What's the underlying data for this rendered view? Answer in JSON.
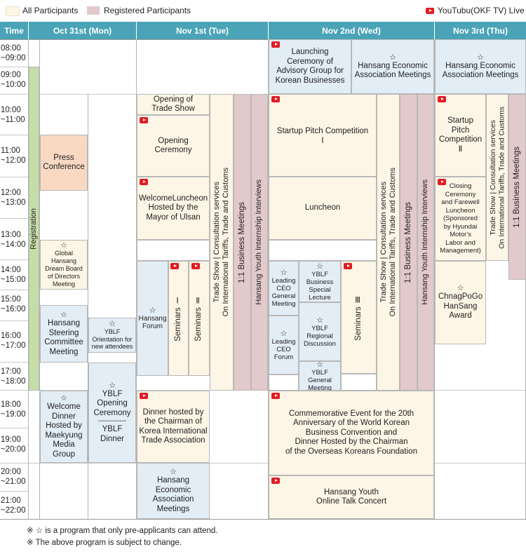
{
  "legend": {
    "all": "All Participants",
    "registered": "Registered Participants",
    "live": "YouTubu(OKF TV) Live",
    "colors": {
      "all": "#fdf6e6",
      "registered": "#e2c9cb",
      "live": "#e31b23"
    }
  },
  "header": {
    "time": "Time",
    "oct31": "Oct 31st (Mon)",
    "nov1": "Nov 1st (Tue)",
    "nov2": "Nov 2nd (Wed)",
    "nov3": "Nov 3rd (Thu)"
  },
  "times": [
    {
      "start": "08:00",
      "end": "~09:00"
    },
    {
      "start": "09:00",
      "end": "~10:00"
    },
    {
      "start": "10:00",
      "end": "~11:00"
    },
    {
      "start": "11:00",
      "end": "~12:00"
    },
    {
      "start": "12:00",
      "end": "~13:00"
    },
    {
      "start": "13:00",
      "end": "~14:00"
    },
    {
      "start": "14:00",
      "end": "~15:00"
    },
    {
      "start": "15:00",
      "end": "~16:00"
    },
    {
      "start": "16:00",
      "end": "~17:00"
    },
    {
      "start": "17:00",
      "end": "~18:00"
    },
    {
      "start": "18:00",
      "end": "~19:00"
    },
    {
      "start": "19:00",
      "end": "~20:00"
    },
    {
      "start": "20:00",
      "end": "~21:00"
    },
    {
      "start": "21:00",
      "end": "~22:00"
    }
  ],
  "events": {
    "registration": "Registration",
    "press_conference": "Press\nConference",
    "global_board": "Global Hansang\nDream Board\nof Directors\nMeeting",
    "steering": "Hansang\nSteering\nCommittee\nMeeting",
    "yblf_orientation": "YBLF\nOrientation for\nnew attendees",
    "welcome_dinner": "Welcome\nDinner\nHosted by\nMaekyung\nMedia\nGroup",
    "yblf_opening": "YBLF\nOpening\nCeremony",
    "yblf_divider": "------------",
    "yblf_dinner": "YBLF\nDinner",
    "trade_show_opening": "Opening of\nTrade Show",
    "opening_ceremony": "Opening\nCeremony",
    "welcome_luncheon": "WelcomeLuncheon\nHosted by the\nMayor of Ulsan",
    "hansang_forum": "Hansang\nForum",
    "seminars_1": "Seminars Ⅰ",
    "seminars_2": "Seminars Ⅱ",
    "trade_consult_1": "Trade Show  |  Consultation services\nOn International Tariffs, Trade and Customs",
    "business_meetings_1": "1:1 Business Meetings",
    "youth_interviews_1": "Hansang Youth Internship Interviews",
    "dinner_kita": "Dinner hosted by\nthe Chairman of\nKorea International\nTrade Association",
    "econ_meetings_1": "Hansang\nEconomic\nAssociation\nMeetings",
    "launching_ceremony": "Launching\nCeremony of\nAdvisory Group for\nKorean Businesses",
    "econ_meetings_2": "Hansang Economic\nAssociation Meetings",
    "startup_pitch_1": "Startup Pitch Competition\nⅠ",
    "luncheon": "Luncheon",
    "ceo_general": "Leading\nCEO\nGeneral\nMeeting",
    "yblf_special": "YBLF\nBusiness\nSpecial\nLecture",
    "ceo_forum": "Leading\nCEO\nForum",
    "yblf_regional": "YBLF\nRegional\nDiscussion",
    "yblf_general": "YBLF General\nMeeting",
    "seminars_3": "Seminars Ⅲ",
    "trade_consult_2": "Trade Show  |  Consultation services\nOn International Tariffs, Trade and Customs",
    "business_meetings_2": "1:1 Business Meetings",
    "youth_interviews_2": "Hansang Youth Internship Interviews",
    "commemorative": "Commemorative Event for the 20th\nAnniversary of the World Korean\nBusiness Convention and\nDinner Hosted by the Chairman\nof the Overseas Koreans Foundation",
    "online_talk": "Hansang Youth\nOnline Talk Concert",
    "econ_meetings_3": "Hansang Economic\nAssociation Meetings",
    "startup_pitch_2": "Startup\nPitch\nCompetition\nⅡ",
    "closing_ceremony": "Closing\nCeremony\nand Farewell\nLuncheon\n(Sponsored\nby Hyundai\nMotor's\nLabor and\nManagement)",
    "trade_consult_3": "Trade Show  |  Consultation services\nOn International Tariffs, Trade and Customs",
    "business_meetings_3": "1:1 Business Meetings",
    "chang_award": "ChnagPoGo\nHanSang\nAward"
  },
  "star_symbol": "☆",
  "notes": [
    "※ ☆ is a program that only pre-applicants can attend.",
    "※ The above program is subject to change."
  ]
}
